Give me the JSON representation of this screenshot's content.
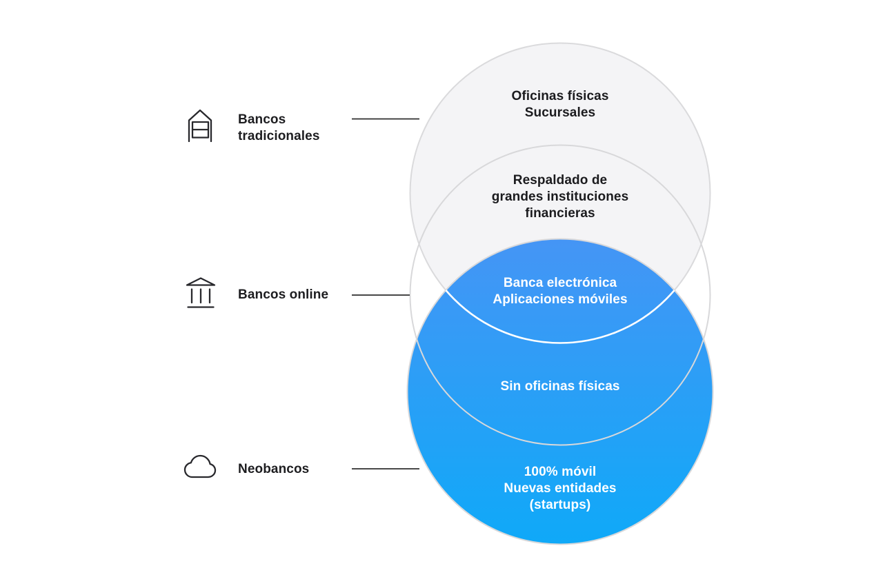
{
  "diagram": {
    "type": "venn",
    "orientation": "vertical-stacked-circles",
    "colors": {
      "background": "#ffffff",
      "gray_circle_fill": "#f4f4f6",
      "circle_stroke": "#d9d9db",
      "blue_gradient_top": "#4595f5",
      "blue_gradient_bottom": "#0fa9f8",
      "overlap_arc_on_blue": "#ffffff",
      "text_dark": "#1b1b1e",
      "text_light": "#ffffff",
      "connector_line": "#2d2d2d",
      "icon_stroke": "#28282c"
    },
    "legend": {
      "items": [
        {
          "id": "bancos-tradicionales",
          "label": "Bancos\ntradicionales",
          "icon": "bank-building-icon"
        },
        {
          "id": "bancos-online",
          "label": "Bancos online",
          "icon": "bank-columns-icon"
        },
        {
          "id": "neobancos",
          "label": "Neobancos",
          "icon": "cloud-icon"
        }
      ]
    },
    "regions": [
      {
        "id": "tradicionales-only",
        "circle": "bancos-tradicionales",
        "text": "Oficinas físicas\nSucursales"
      },
      {
        "id": "tradicionales-online-overlap",
        "circle": "overlap-1-2",
        "text": "Respaldado de\ngrandes instituciones\nfinancieras"
      },
      {
        "id": "online-neobancos-upper-overlap",
        "circle": "overlap-2-3",
        "text": "Banca electrónica\nAplicaciones móviles"
      },
      {
        "id": "online-neobancos-lower-overlap",
        "circle": "overlap-2-3",
        "text": "Sin oficinas físicas"
      },
      {
        "id": "neobancos-only",
        "circle": "neobancos",
        "text": "100% móvil\nNuevas entidades\n(startups)"
      }
    ]
  }
}
